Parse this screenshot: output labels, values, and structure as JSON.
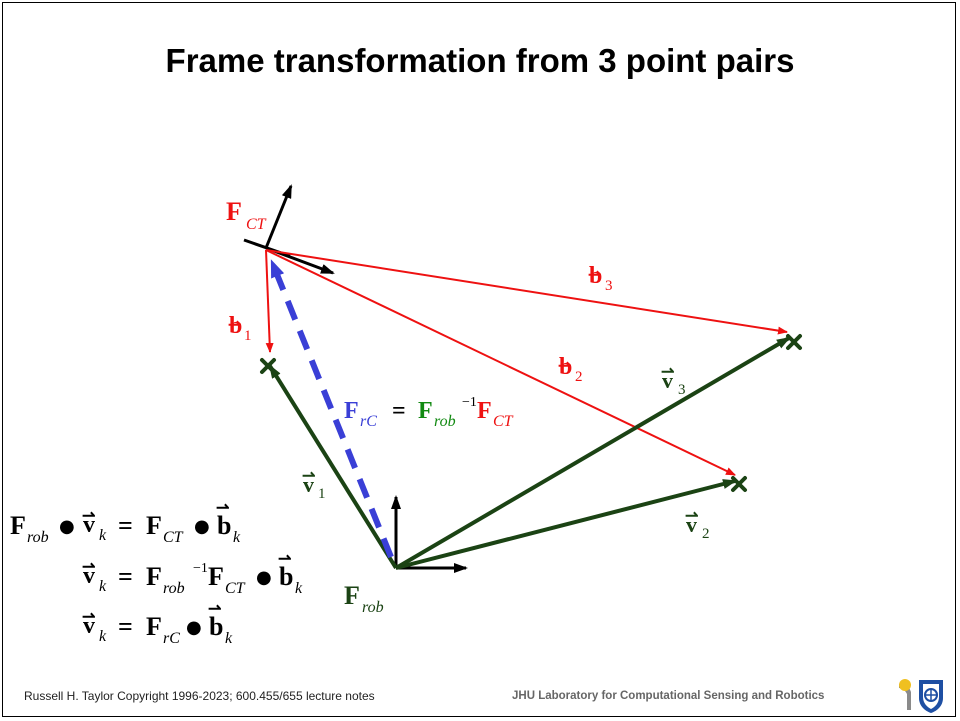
{
  "title": "Frame transformation from 3 point pairs",
  "colors": {
    "red": "#ee1111",
    "green": "#1b4314",
    "blue": "#3a3fd6",
    "black": "#000000",
    "eq_green": "#128a12"
  },
  "labels": {
    "F": "F",
    "v": "v",
    "b": "b",
    "sub_CT": "CT",
    "sub_rob": "rob",
    "sub_rC": "rC",
    "sub_k": "k",
    "n1": "1",
    "n2": "2",
    "n3": "3",
    "inv": "−1",
    "eq": "=",
    "dot": "●",
    "vec_arrow": "⇀"
  },
  "footer": {
    "left": "Russell H. Taylor Copyright 1996-2023; 600.455/655 lecture notes",
    "right": "JHU Laboratory for Computational Sensing and Robotics"
  },
  "icons": [
    "x-mark-icon",
    "jhu-logo-icon"
  ]
}
